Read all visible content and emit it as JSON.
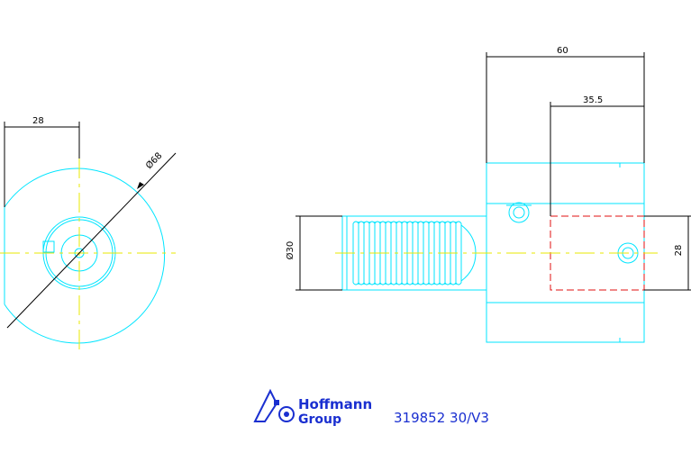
{
  "dimensions": {
    "front_width": "28",
    "front_diameter": "Ø68",
    "side_total_length": "60",
    "side_partial_length": "35.5",
    "shank_diameter": "Ø30",
    "side_height": "28"
  },
  "logo": {
    "line1": "Hoffmann",
    "line2": "Group"
  },
  "part_number": "319852 30/V3",
  "colors": {
    "outline": "#00e5ff",
    "centerline": "#e8e800",
    "dimension": "#000000",
    "hidden": "#e01010",
    "brand": "#1a2fd0"
  }
}
